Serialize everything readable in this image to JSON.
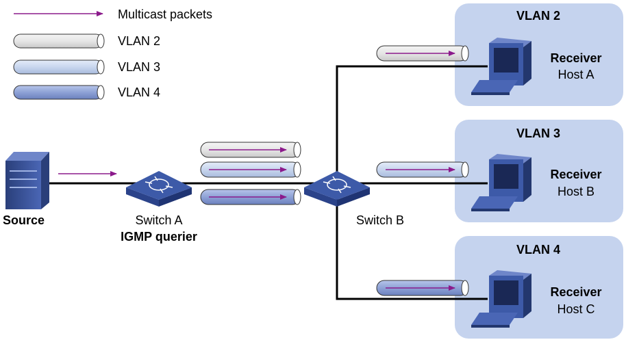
{
  "legend": {
    "multicast": "Multicast packets",
    "vlan2": "VLAN 2",
    "vlan3": "VLAN 3",
    "vlan4": "VLAN 4"
  },
  "source": {
    "label": "Source"
  },
  "switch_a": {
    "name": "Switch A",
    "role": "IGMP querier"
  },
  "switch_b": {
    "name": "Switch B"
  },
  "vlan_groups": [
    {
      "vlan": "VLAN 2",
      "role": "Receiver",
      "host": "Host A"
    },
    {
      "vlan": "VLAN 3",
      "role": "Receiver",
      "host": "Host B"
    },
    {
      "vlan": "VLAN 4",
      "role": "Receiver",
      "host": "Host C"
    }
  ],
  "colors": {
    "arrow": "#8b1a8b",
    "vlan2_pipe": "#e8e8e8",
    "vlan3_pipe": "#c8d6ee",
    "vlan4_pipe": "#8ea2d6",
    "region": "#c5d3ee",
    "switch": "#3d5aa8",
    "link": "#000000"
  }
}
